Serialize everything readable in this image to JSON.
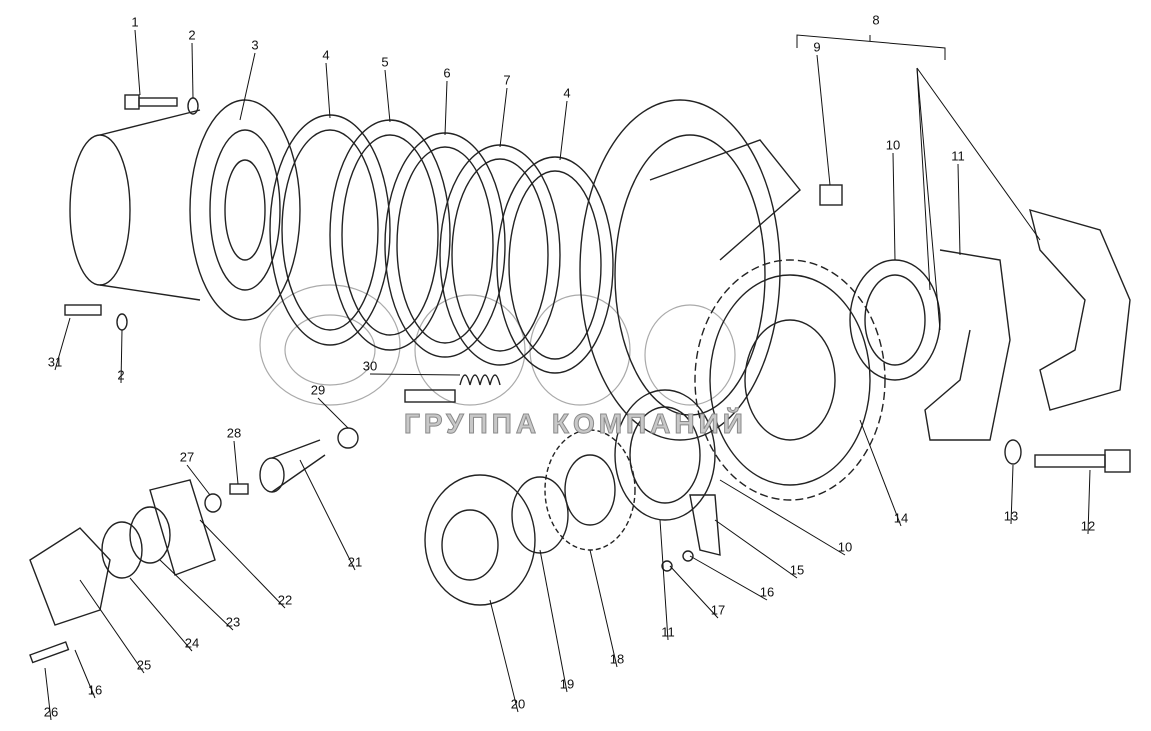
{
  "diagram": {
    "callouts": [
      "1",
      "2",
      "3",
      "4",
      "5",
      "6",
      "7",
      "4",
      "8",
      "9",
      "10",
      "11",
      "31",
      "2",
      "30",
      "29",
      "28",
      "27",
      "21",
      "22",
      "23",
      "24",
      "25",
      "16",
      "26",
      "20",
      "19",
      "18",
      "11",
      "17",
      "16",
      "15",
      "10",
      "14",
      "13",
      "12"
    ],
    "watermark": {
      "subtitle": "ГРУППА КОМПАНИЙ"
    }
  }
}
